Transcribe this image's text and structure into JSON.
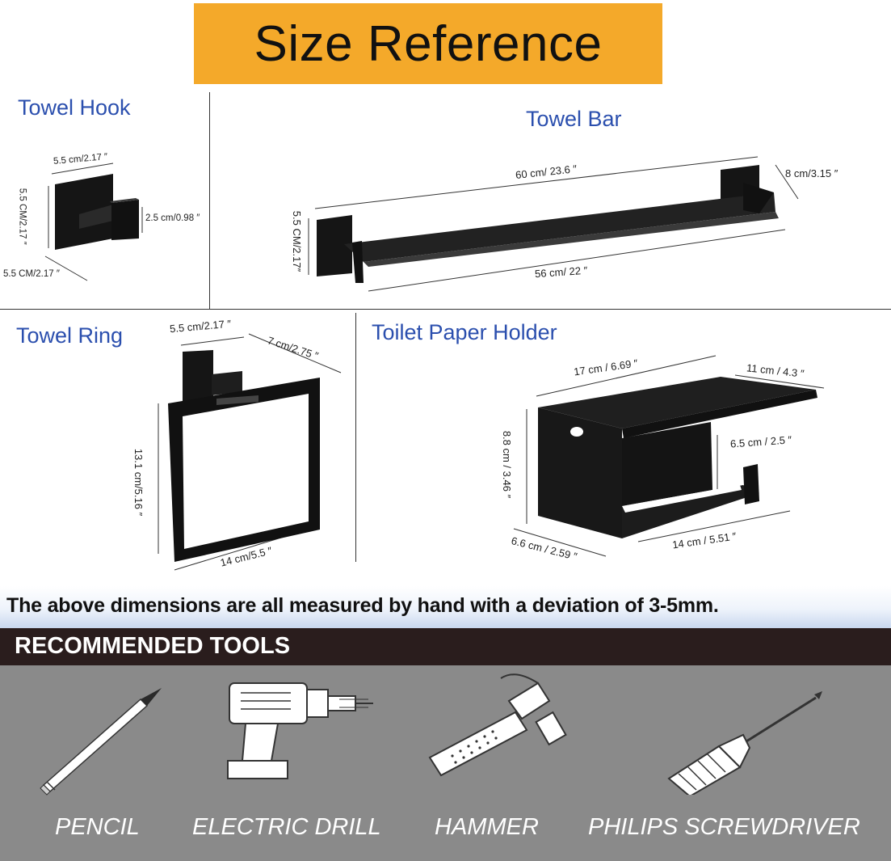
{
  "header": {
    "title": "Size Reference"
  },
  "sections": {
    "towel_hook": {
      "title": "Towel Hook",
      "dims": [
        "5.5 cm/2.17 ″",
        "5.5 CM/2.17 ″",
        "2.5 cm/0.98 ″",
        "5.5 CM/2.17 ″"
      ]
    },
    "towel_bar": {
      "title": "Towel Bar",
      "dims": [
        "60 cm/ 23.6 ″",
        "8 cm/3.15 ″",
        "5.5 CM/2.17″",
        "56 cm/ 22 ″"
      ]
    },
    "towel_ring": {
      "title": "Towel Ring",
      "dims": [
        "5.5 cm/2.17 ″",
        "7 cm/2.75 ″",
        "13.1 cm/5.16 ″",
        "14 cm/5.5 ″"
      ]
    },
    "toilet_paper_holder": {
      "title": "Toilet Paper Holder",
      "dims": [
        "17 cm / 6.69 ″",
        "11 cm / 4.3 ″",
        "8.8 cm / 3.46 ″",
        "6.5 cm / 2.5 ″",
        "6.6 cm / 2.59 ″",
        "14 cm / 5.51 ″"
      ]
    }
  },
  "disclaimer": "The above dimensions are all measured by hand with a deviation of 3-5mm.",
  "tools": {
    "header": "RECOMMENDED TOOLS",
    "items": [
      {
        "label": "PENCIL",
        "icon": "pencil-icon"
      },
      {
        "label": "ELECTRIC DRILL",
        "icon": "drill-icon"
      },
      {
        "label": "HAMMER",
        "icon": "hammer-icon"
      },
      {
        "label": "PHILIPS SCREWDRIVER",
        "icon": "screwdriver-icon"
      }
    ]
  },
  "colors": {
    "banner": "#f4a92a",
    "section_title": "#2b4fae",
    "tools_header": "#2a1d1d",
    "tools_bg": "#8a8a8a",
    "product": "#151515"
  }
}
